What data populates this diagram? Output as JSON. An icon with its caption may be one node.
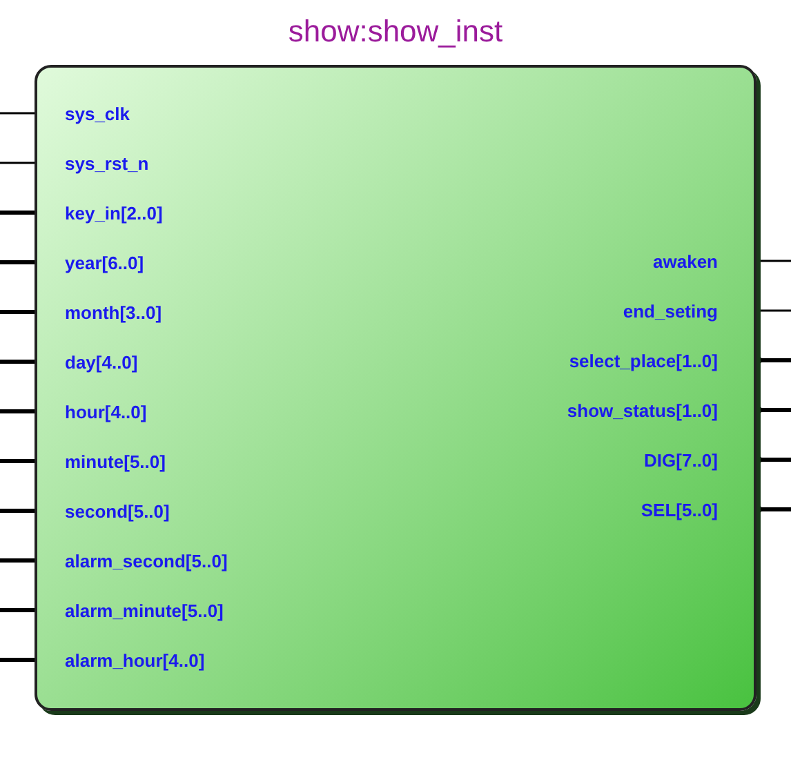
{
  "diagram": {
    "nodes": [
      {
        "text": [
          "show:show_inst"
        ]
      }
    ],
    "labels": [
      "sys_clk",
      "sys_rst_n",
      "key_in[2..0]",
      "year[6..0]",
      "month[3..0]",
      "day[4..0]",
      "hour[4..0]",
      "minute[5..0]",
      "second[5..0]",
      "alarm_second[5..0]",
      "alarm_minute[5..0]",
      "alarm_hour[4..0]",
      "awaken",
      "end_seting",
      "select_place[1..0]",
      "show_status[1..0]",
      "DIG[7..0]",
      "SEL[5..0]"
    ]
  }
}
